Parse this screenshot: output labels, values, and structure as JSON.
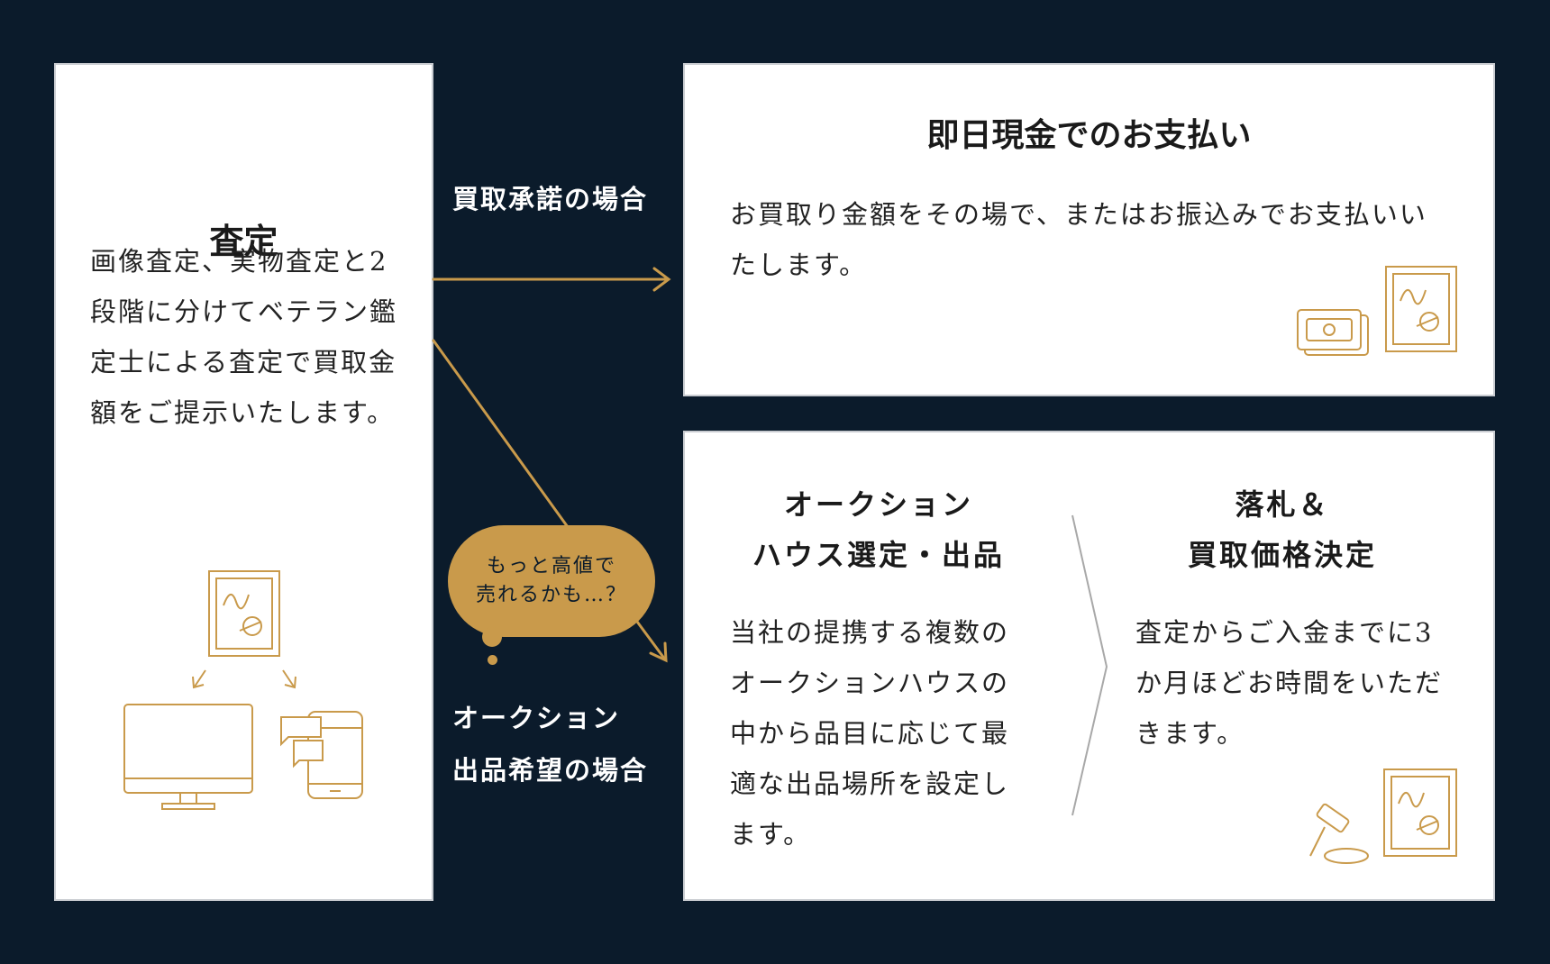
{
  "colors": {
    "background": "#0b1b2b",
    "accent": "#c99a4b",
    "card": "#ffffff"
  },
  "assessment": {
    "title": "査定",
    "body": "画像査定、実物査定と2段階に分けてベテラン鑑定士による査定で買取金額をご提示いたします。"
  },
  "paths": {
    "purchase_label": "買取承諾の場合",
    "auction_label": "オークション\n出品希望の場合",
    "bubble_text": "もっと高値で\n売れるかも…？"
  },
  "cash_card": {
    "title": "即日現金でのお支払い",
    "body": "お買取り金額をその場で、またはお振込みでお支払いいたします。"
  },
  "auction_card": {
    "left_title": "オークション\nハウス選定・出品",
    "left_body": "当社の提携する複数のオークションハウスの中から品目に応じて最適な出品場所を設定します。",
    "right_title": "落札＆\n買取価格決定",
    "right_body": "査定からご入金までに3か月ほどお時間をいただきます。"
  },
  "icons": [
    "painting-icon",
    "monitor-icon",
    "smartphone-icon",
    "chat-icon",
    "banknote-icon",
    "gavel-icon"
  ]
}
